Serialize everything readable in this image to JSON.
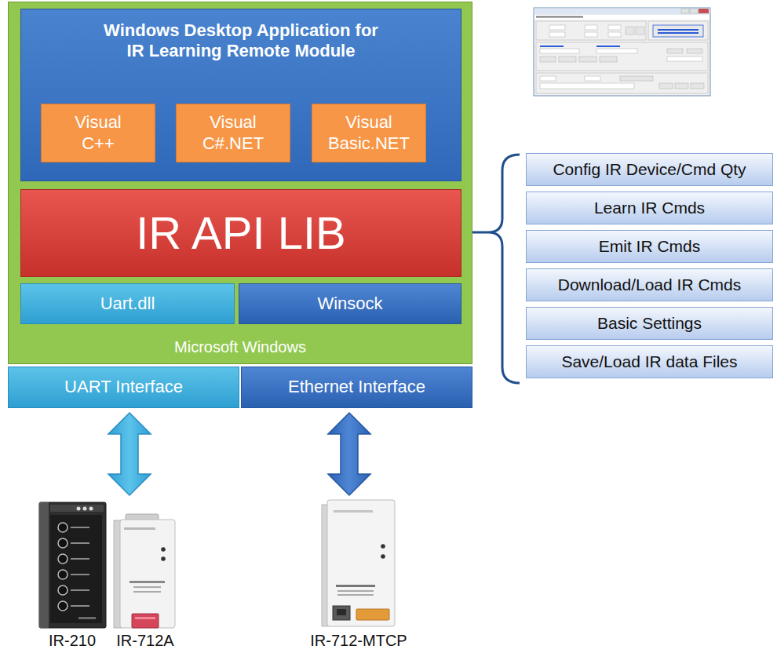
{
  "diagram": {
    "nodes": [
      {
        "text": [
          "Microsoft Windows"
        ]
      },
      {
        "text": [
          "Windows Desktop Application for IR Learning Remote Module"
        ],
        "in": 0
      },
      {
        "text": [
          "Visual C++"
        ],
        "in": 1
      },
      {
        "text": [
          "Visual C#.NET"
        ],
        "in": 1
      },
      {
        "text": [
          "Visual Basic.NET"
        ],
        "in": 1
      },
      {
        "text": [
          "IR API LIB"
        ],
        "in": 0
      },
      {
        "text": [
          "Uart.dll"
        ],
        "in": 0
      },
      {
        "text": [
          "Winsock"
        ],
        "in": 0
      },
      {
        "text": [
          "UART Interface"
        ]
      },
      {
        "text": [
          "Ethernet Interface"
        ]
      },
      {
        "text": [
          "Config IR Device/Cmd Qty"
        ]
      },
      {
        "text": [
          "Learn IR Cmds"
        ]
      },
      {
        "text": [
          "Emit IR Cmds"
        ]
      },
      {
        "text": [
          "Download/Load IR Cmds"
        ]
      },
      {
        "text": [
          "Basic Settings"
        ]
      },
      {
        "text": [
          "Save/Load IR data Files"
        ]
      }
    ],
    "labels": [
      "IR-210",
      "IR-712A",
      "IR-712-MTCP"
    ]
  }
}
